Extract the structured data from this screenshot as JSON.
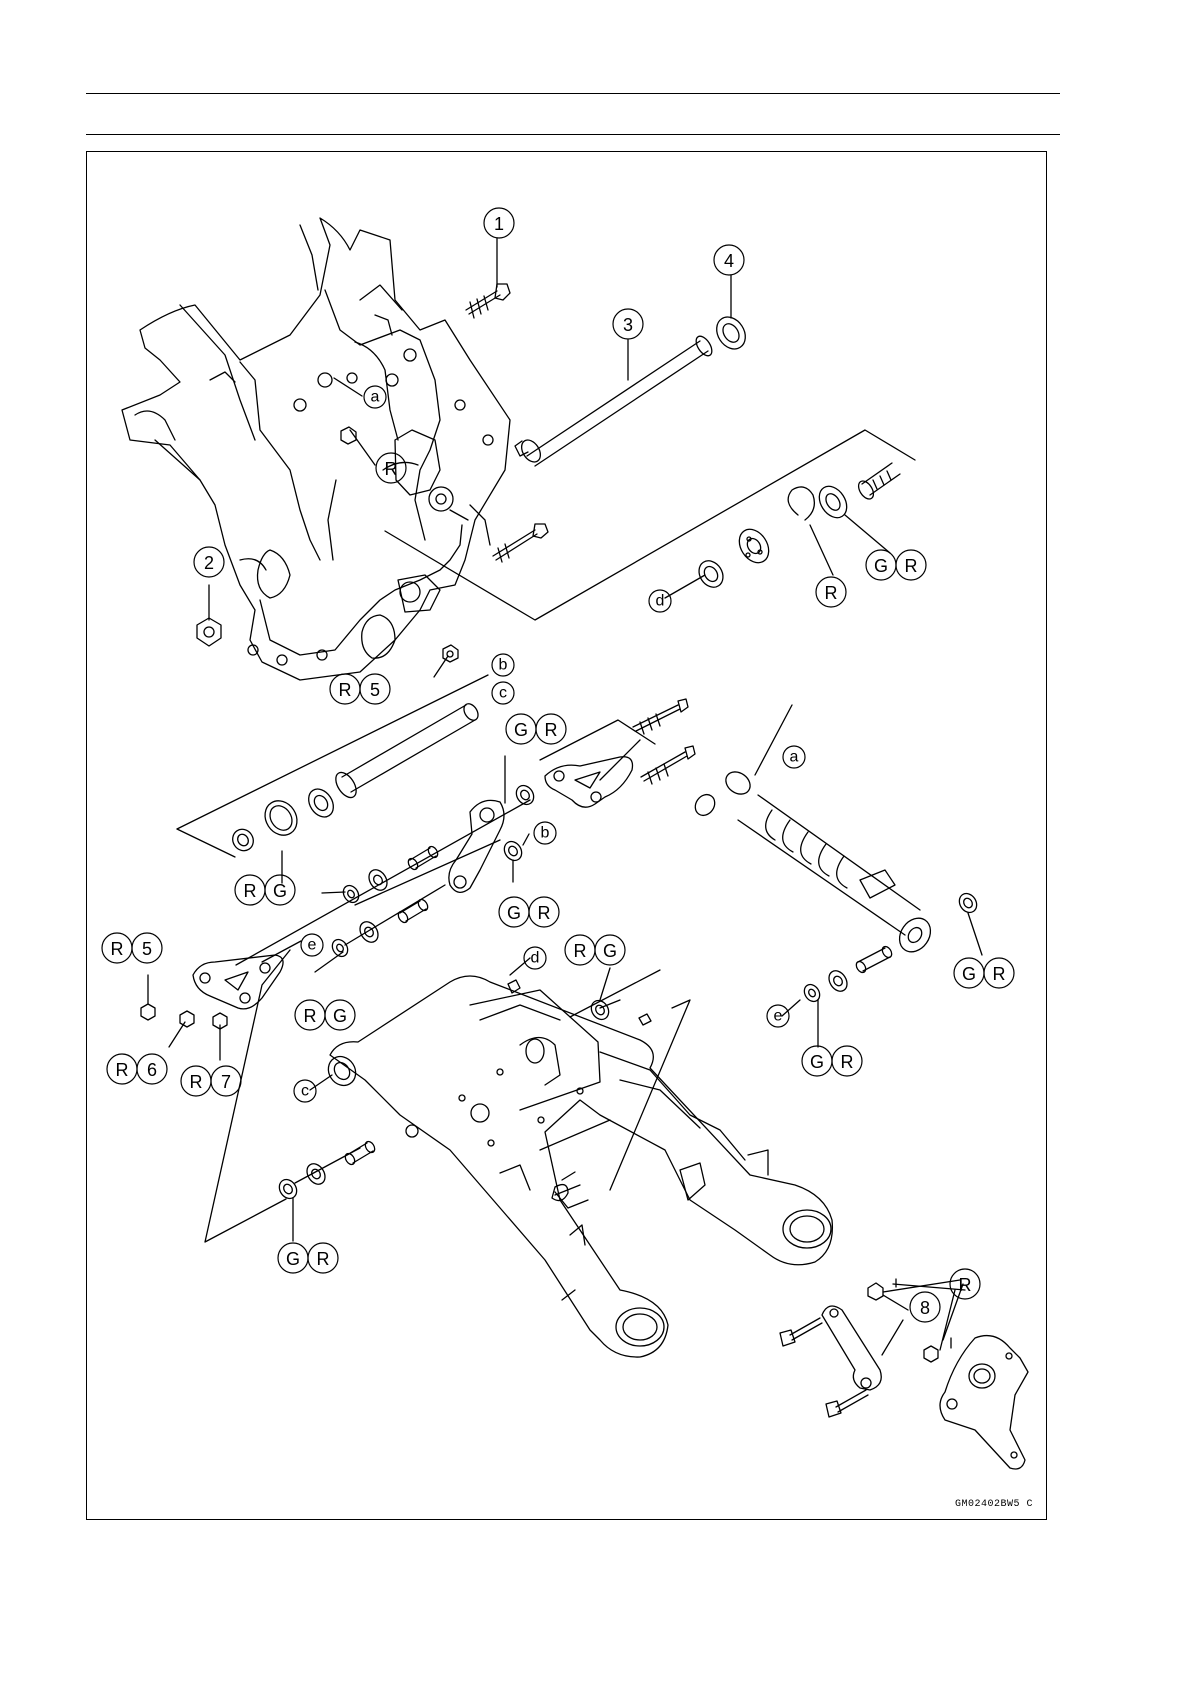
{
  "figure": {
    "code": "GM02402BW5 C",
    "callouts": {
      "c1": "1",
      "c2": "2",
      "c3": "3",
      "c4": "4",
      "c5": "5",
      "c6": "6",
      "c7": "7",
      "c8": "8",
      "R": "R",
      "G": "G",
      "a": "a",
      "b": "b",
      "c": "c",
      "d": "d",
      "e": "e"
    }
  }
}
